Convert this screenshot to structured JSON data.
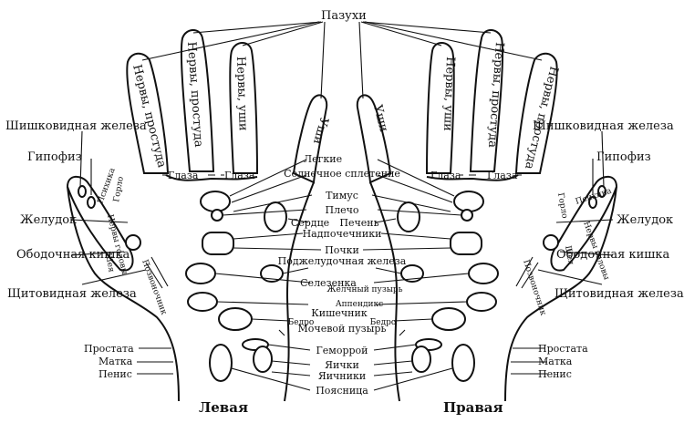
{
  "top_label": "Пазухи",
  "captions": {
    "left": "Левая",
    "right": "Правая"
  },
  "finger_labels": {
    "cold": "Нервы, простуда",
    "ears": "Нервы, уши",
    "ears_short": "Уши",
    "eyes": "Глаза",
    "throat": "Горло",
    "psyche": "Психика",
    "head_nerves": "Нервы головы",
    "neck": "Шея",
    "spine": "Позвоночник"
  },
  "side_labels": {
    "pineal": "Шишковидная железа",
    "pituitary": "Гипофиз",
    "stomach": "Желудок",
    "colon": "Ободочная кишка",
    "thyroid": "Щитовидная железа",
    "prostate": "Простата",
    "uterus": "Матка",
    "penis": "Пенис"
  },
  "center_labels": {
    "lungs": "Легкие",
    "solar": "Солнечное сплетение",
    "thymus": "Тимус",
    "shoulder": "Плечо",
    "heart": "Сердце",
    "liver": "Печень",
    "adrenals": "Надпочечники",
    "kidneys": "Почки",
    "pancreas": "Поджелудочная железа",
    "spleen": "Селезенка",
    "gallbladder": "Желчный пузырь",
    "appendix": "Аппендикс",
    "intestine": "Кишечник",
    "hip": "Бедро",
    "bladder": "Мочевой пузырь",
    "hemorrhoid": "Геморрой",
    "testicles": "Яички",
    "ovaries": "Яичники",
    "lumbar": "Поясница"
  }
}
